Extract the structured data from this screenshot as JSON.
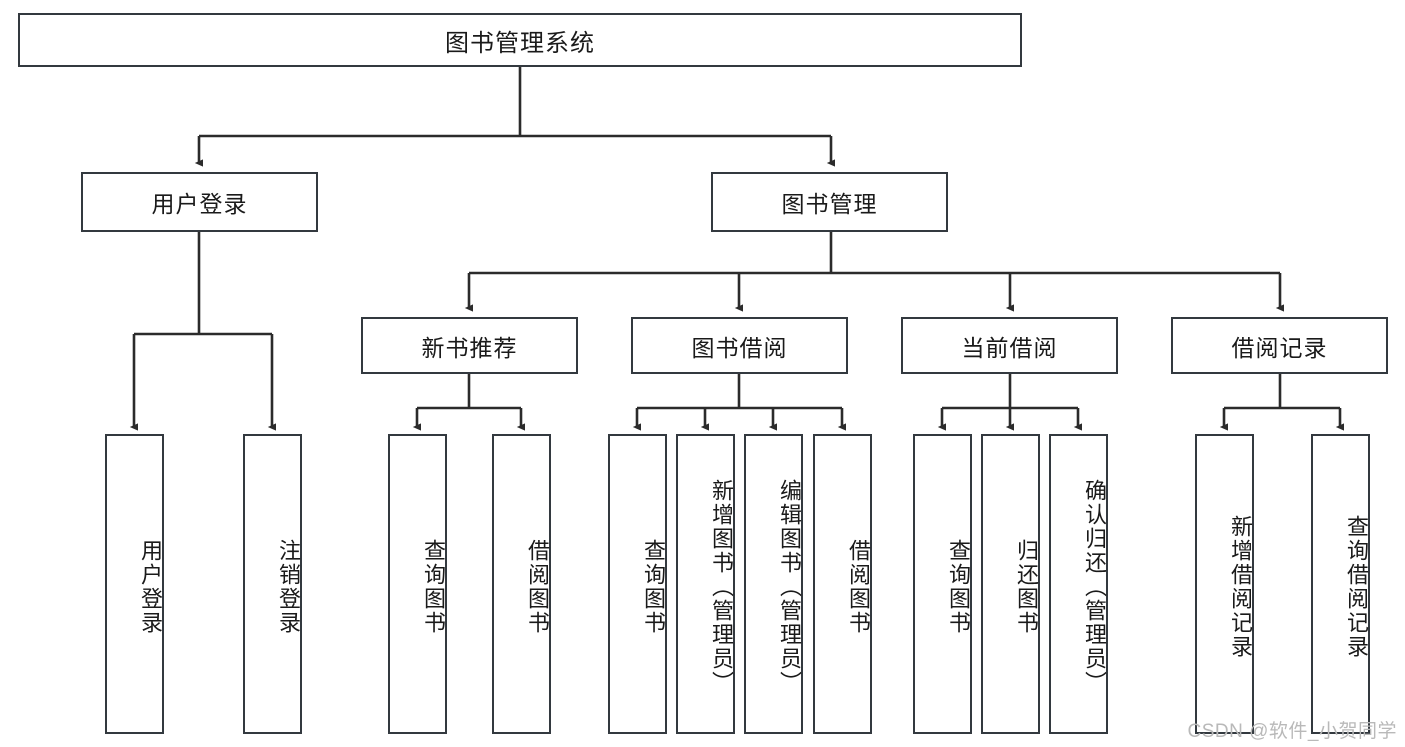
{
  "diagram": {
    "title": "图书管理系统",
    "type": "tree-hierarchy-diagram",
    "colors": {
      "box_border": "#33393f",
      "box_fill": "#ffffff",
      "edge": "#2b2b2b",
      "text": "#1a1a1a",
      "watermark": "#b9b9b9"
    },
    "root": {
      "label": "图书管理系统"
    },
    "level2": [
      {
        "label": "用户登录"
      },
      {
        "label": "图书管理"
      }
    ],
    "level3": [
      {
        "label": "新书推荐"
      },
      {
        "label": "图书借阅"
      },
      {
        "label": "当前借阅"
      },
      {
        "label": "借阅记录"
      }
    ],
    "leaves": {
      "user_login": [
        {
          "label": "用户登录"
        },
        {
          "label": "注销登录"
        }
      ],
      "new_book_recommend": [
        {
          "label": "查询图书"
        },
        {
          "label": "借阅图书"
        }
      ],
      "book_borrow": [
        {
          "label": "查询图书"
        },
        {
          "label": "新增图书（管理员）"
        },
        {
          "label": "编辑图书（管理员）"
        },
        {
          "label": "借阅图书"
        }
      ],
      "current_borrow": [
        {
          "label": "查询图书"
        },
        {
          "label": "归还图书"
        },
        {
          "label": "确认归还（管理员）"
        }
      ],
      "borrow_record": [
        {
          "label": "新增借阅记录"
        },
        {
          "label": "查询借阅记录"
        }
      ]
    },
    "watermark": "CSDN @软件_小贺同学"
  }
}
